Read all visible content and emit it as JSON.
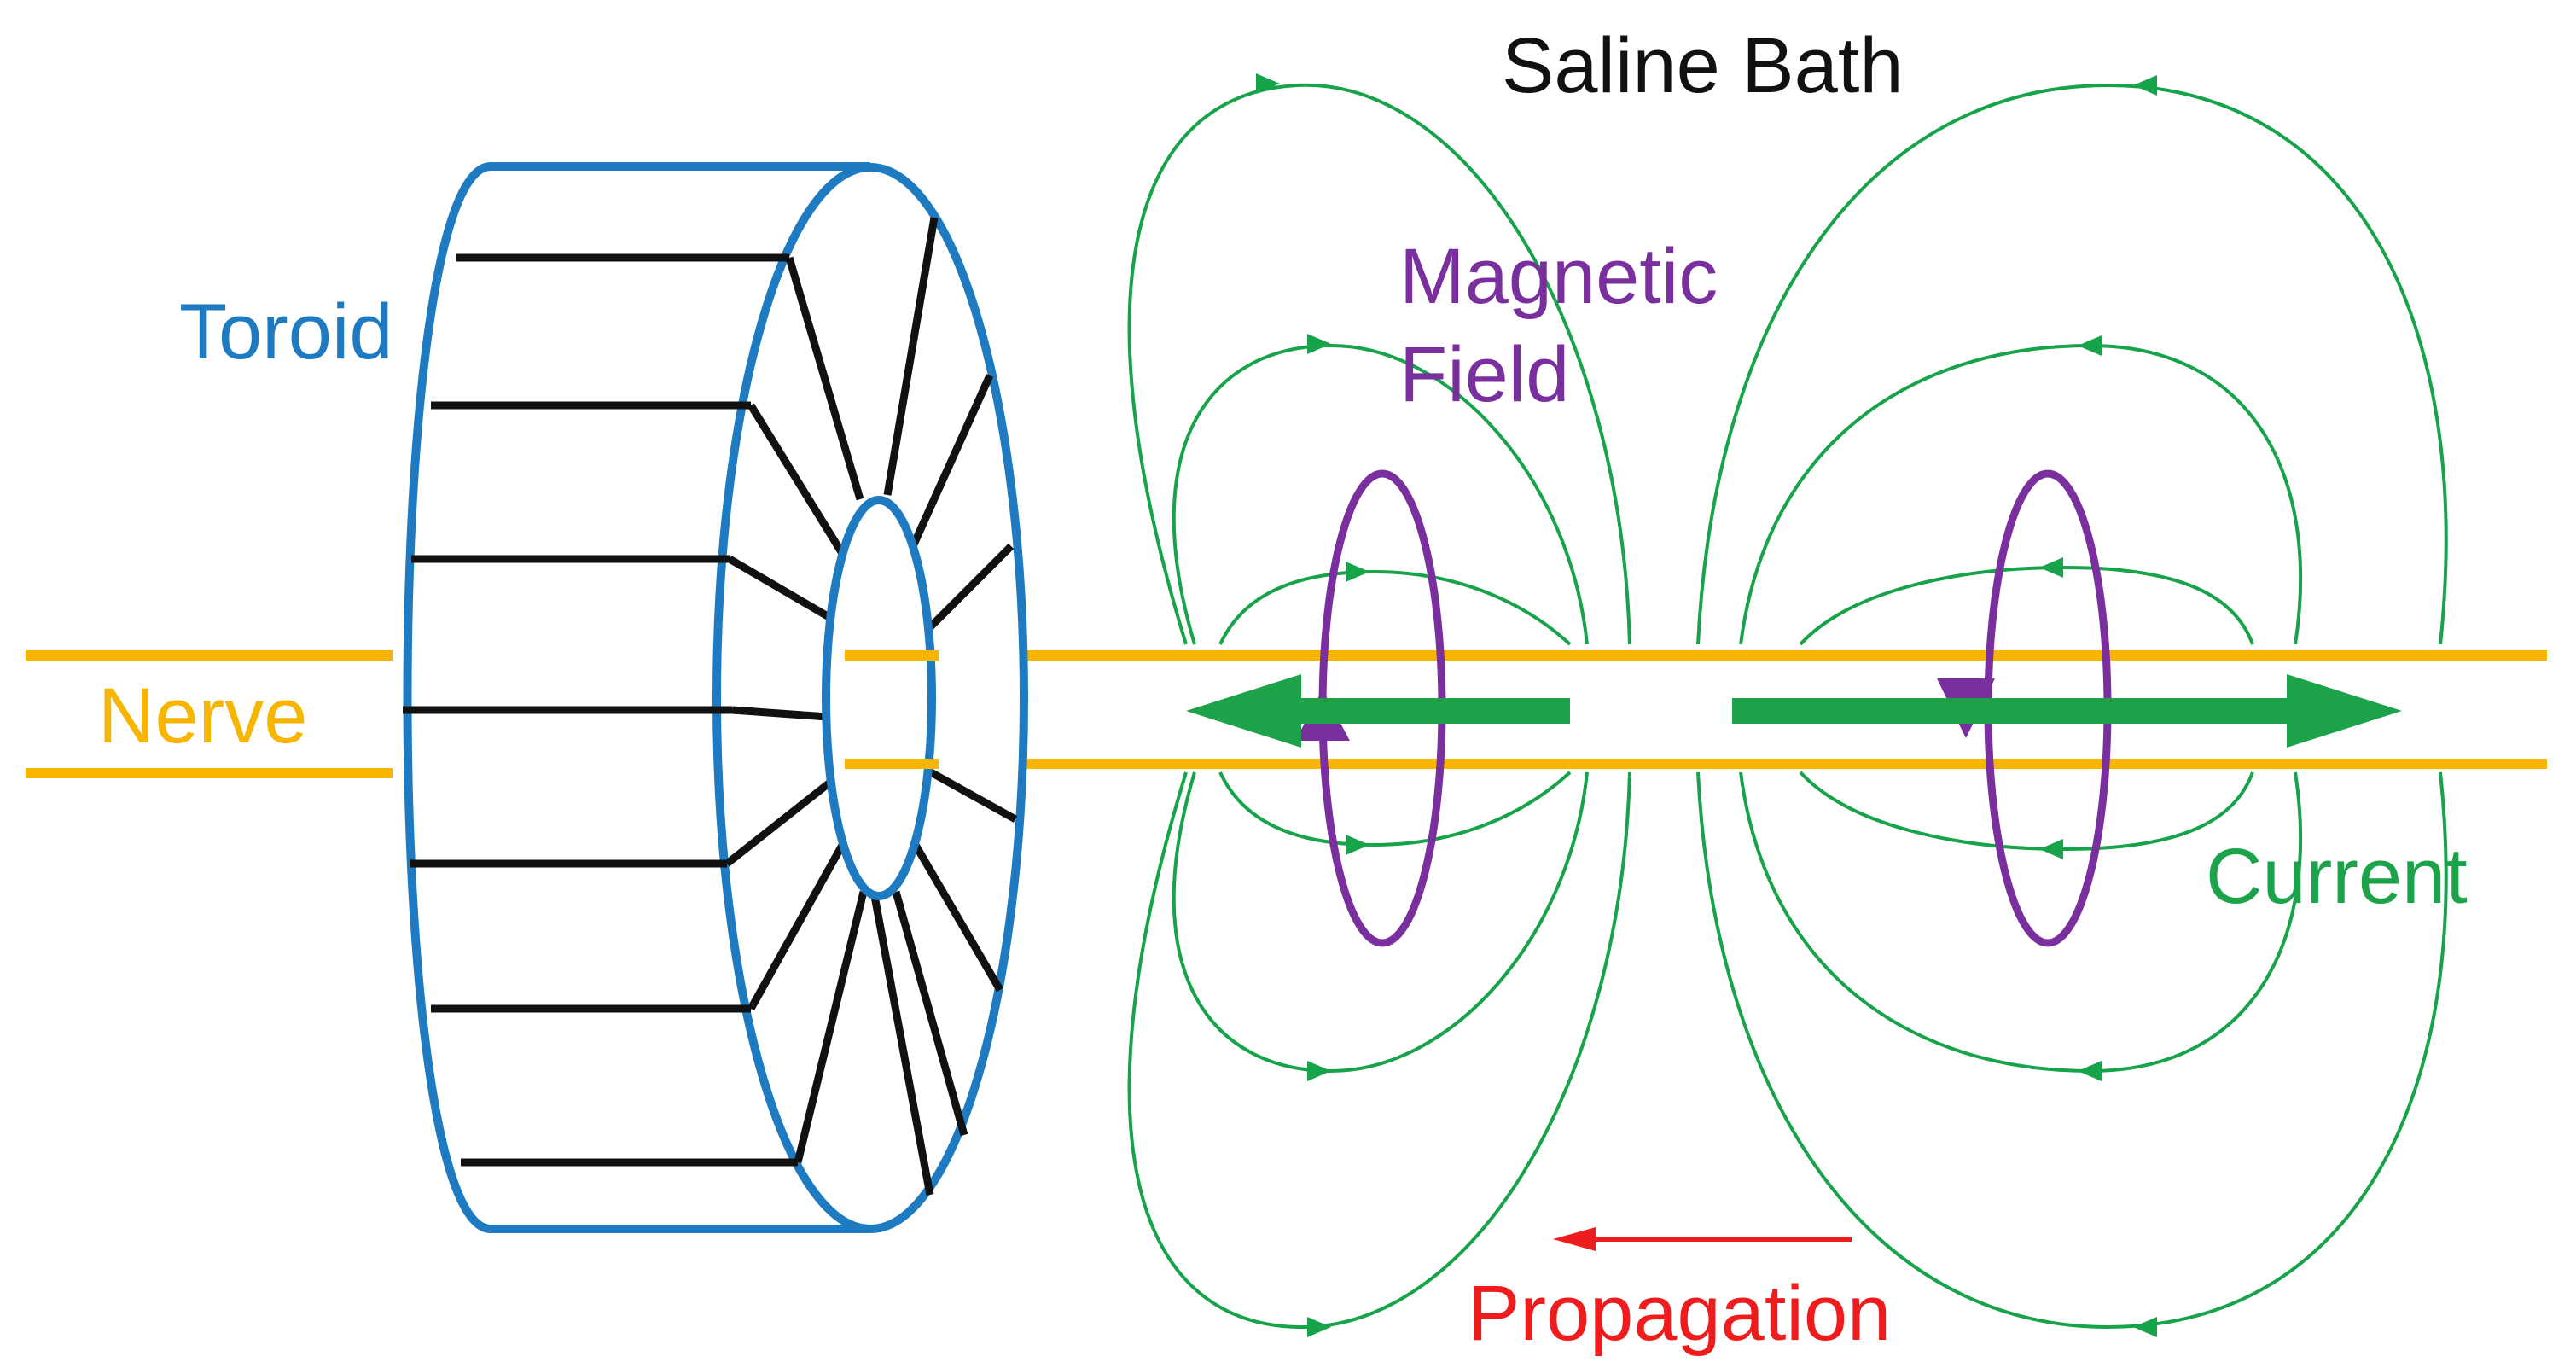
{
  "labels": {
    "title": "Saline Bath",
    "toroid": "Toroid",
    "nerve": "Nerve",
    "magnetic_line1": "Magnetic",
    "magnetic_line2": "Field",
    "current": "Current",
    "propagation": "Propagation"
  },
  "colors": {
    "toroid": "#1f7bc1",
    "winding": "#111111",
    "nerve": "#f7b500",
    "current": "#1ca34a",
    "field_line": "#16a34a",
    "magnetic": "#7a2f9e",
    "propagation": "#ee1c1c",
    "title": "#111111"
  }
}
